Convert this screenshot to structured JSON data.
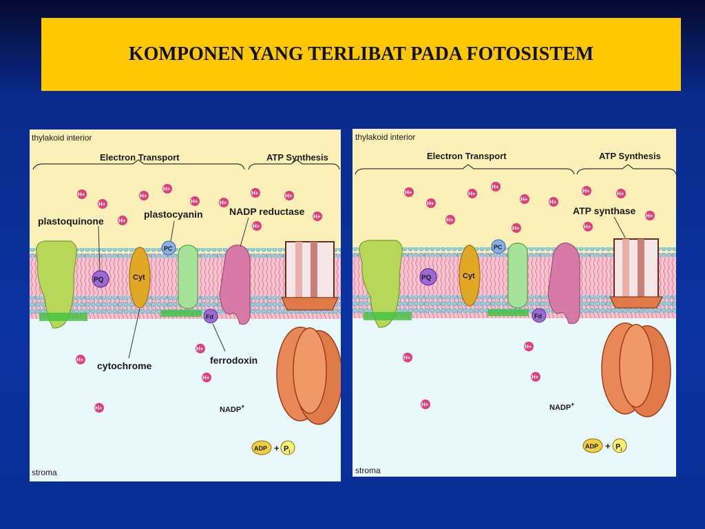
{
  "title": "KOMPONEN YANG TERLIBAT PADA FOTOSISTEM",
  "colors": {
    "title_bg": "#ffc800",
    "slide_bg": "#0b33a0",
    "thylakoid_interior": "#fbf0b8",
    "stroma": "#e8f8fb",
    "membrane": "#f4b6c6",
    "h_plus": "#e0407a"
  },
  "left_panel": {
    "region_top": "thylakoid interior",
    "region_bottom": "stroma",
    "section_left": "Electron Transport",
    "section_right": "ATP Synthesis",
    "labels": {
      "plastoquinone": "plastoquinone",
      "plastocyanin": "plastocyanin",
      "nadp_reductase": "NADP reductase",
      "cytochrome": "cytochrome",
      "ferrodoxin": "ferrodoxin"
    },
    "molecules": {
      "pq": "PQ",
      "cyt": "Cyt",
      "pc": "PC",
      "fd": "Fd"
    },
    "nadp": "NADP",
    "nadp_sup": "+",
    "adp": "ADP",
    "plus": "+",
    "pi": "P",
    "pi_sub": "i",
    "h": "H+"
  },
  "right_panel": {
    "region_top": "thylakoid interior",
    "region_bottom": "stroma",
    "section_left": "Electron Transport",
    "section_right": "ATP Synthesis",
    "labels": {
      "atp_synthase": "ATP synthase"
    },
    "molecules": {
      "pq": "PQ",
      "cyt": "Cyt",
      "pc": "PC",
      "fd": "Fd"
    },
    "nadp": "NADP",
    "nadp_sup": "+",
    "adp": "ADP",
    "plus": "+",
    "pi": "P",
    "pi_sub": "i",
    "h": "H+"
  }
}
